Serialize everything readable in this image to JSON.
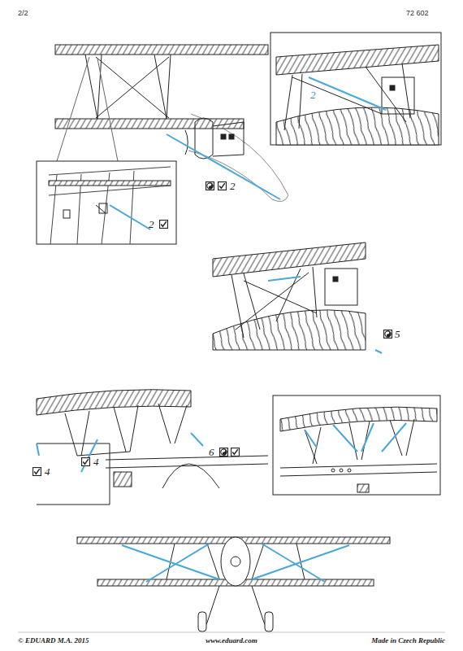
{
  "diagram": {
    "labels": [
      "2/2",
      "72 602",
      "2",
      "2",
      "2",
      "5",
      "4",
      "4",
      "6",
      "© EDUARD M.A. 2015",
      "www.eduard.com",
      "Made in Czech Republic"
    ]
  }
}
